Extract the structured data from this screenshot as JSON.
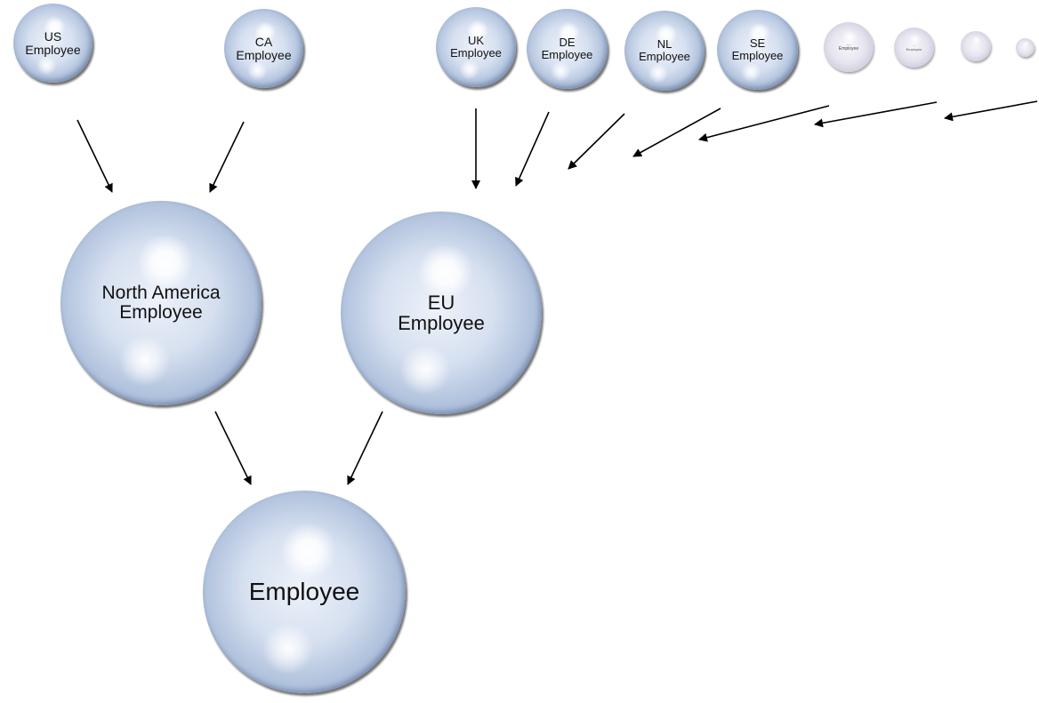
{
  "nodes": {
    "us": "US\nEmployee",
    "ca": "CA\nEmployee",
    "uk": "UK\nEmployee",
    "de": "DE\nEmployee",
    "nl": "NL\nEmployee",
    "se": "SE\nEmployee",
    "small1": "…\nEmployee",
    "small2": "…\nEmployee",
    "na": "North America\nEmployee",
    "eu": "EU\nEmployee",
    "root": "Employee"
  },
  "colors": {
    "sphere_base": "#a9bcd9",
    "sphere_edge": "#4d6796",
    "arrow": "#000000"
  }
}
